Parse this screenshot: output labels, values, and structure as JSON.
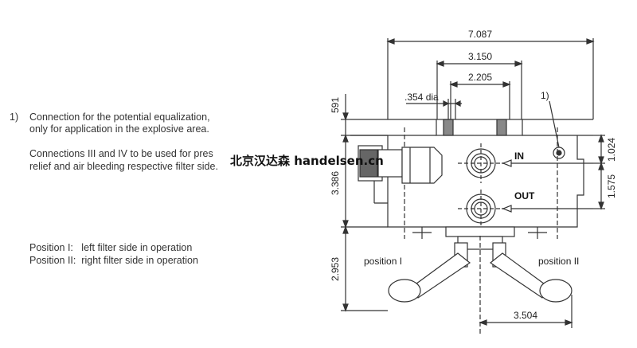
{
  "notes": {
    "n1_num": "1)",
    "n1_line1": "Connection for the potential equalization,",
    "n1_line2": "only for application in the explosive area.",
    "n2_line1": "Connections III and IV to be used for pres",
    "n2_line2": "relief and air bleeding respective filter side.",
    "pos1": "Position I:   left filter side in operation",
    "pos2": "Position II:  right filter side in operation"
  },
  "dims": {
    "d7087": "7.087",
    "d3150": "3.150",
    "d2205": "2.205",
    "d354": ".354 dia",
    "d591": "591",
    "d3386": "3.386",
    "d2953": "2.953",
    "d1024": "1.024",
    "d1575": "1.575",
    "d3504": "3.504"
  },
  "labels": {
    "callout": "1)",
    "in": "IN",
    "out": "OUT",
    "position_i": "position I",
    "position_ii": "position II"
  },
  "watermark": "北京汉达森 handelsen.cn"
}
